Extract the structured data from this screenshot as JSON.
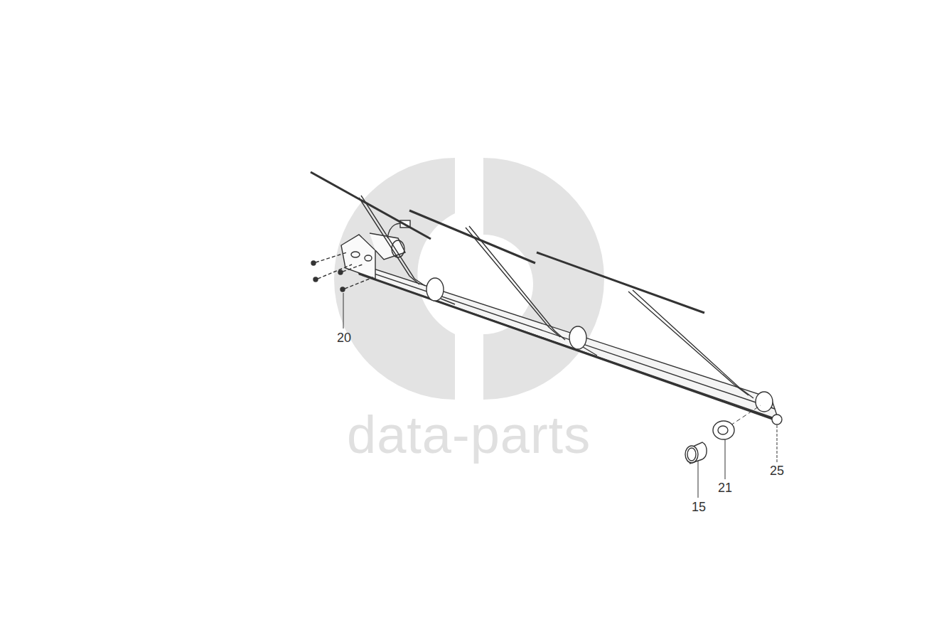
{
  "diagram": {
    "labels": [
      "data-parts",
      "20",
      "25",
      "21",
      "15"
    ]
  }
}
